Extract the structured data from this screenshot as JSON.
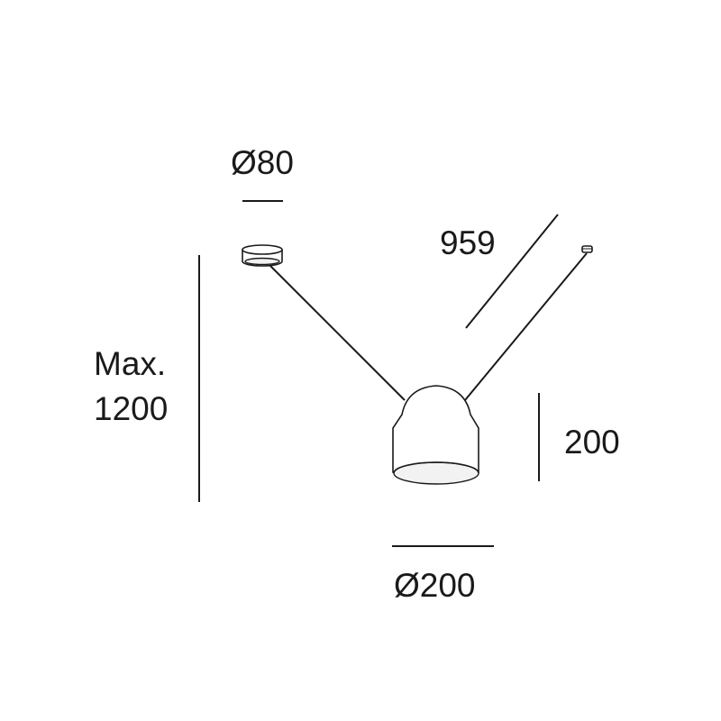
{
  "dimensions": {
    "canopy_diameter": "Ø80",
    "cable_length": "959",
    "max_height_line1": "Max.",
    "max_height_line2": "1200",
    "shade_height": "200",
    "shade_diameter": "Ø200"
  }
}
